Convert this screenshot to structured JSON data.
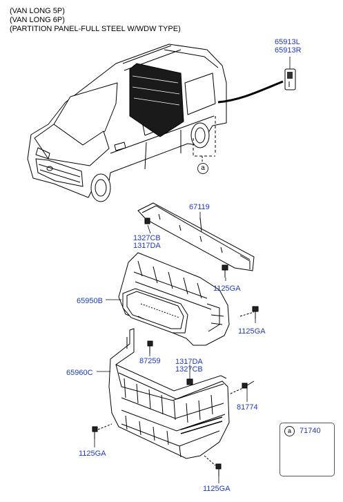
{
  "header": {
    "lines": [
      "(VAN LONG 5P)",
      "(VAN LONG 6P)",
      "(PARTITION PANEL-FULL STEEL W/WDW TYPE)"
    ]
  },
  "labels": {
    "p65913": [
      "65913L",
      "65913R"
    ],
    "p67119": "67119",
    "p1327cb_top": [
      "1327CB",
      "1317DA"
    ],
    "p1125ga_1": "1125GA",
    "p65950b": "65950B",
    "p1125ga_2": "1125GA",
    "p87259": "87259",
    "p1317da_mid": [
      "1317DA",
      "1327CB"
    ],
    "p65960c": "65960C",
    "p81774": "81774",
    "p1125ga_3": "1125GA",
    "p1125ga_4": "1125GA"
  },
  "legend": {
    "mark": "a",
    "code": "71740"
  },
  "callout": "a",
  "colors": {
    "label": "#1d39c4",
    "line": "#000000"
  }
}
